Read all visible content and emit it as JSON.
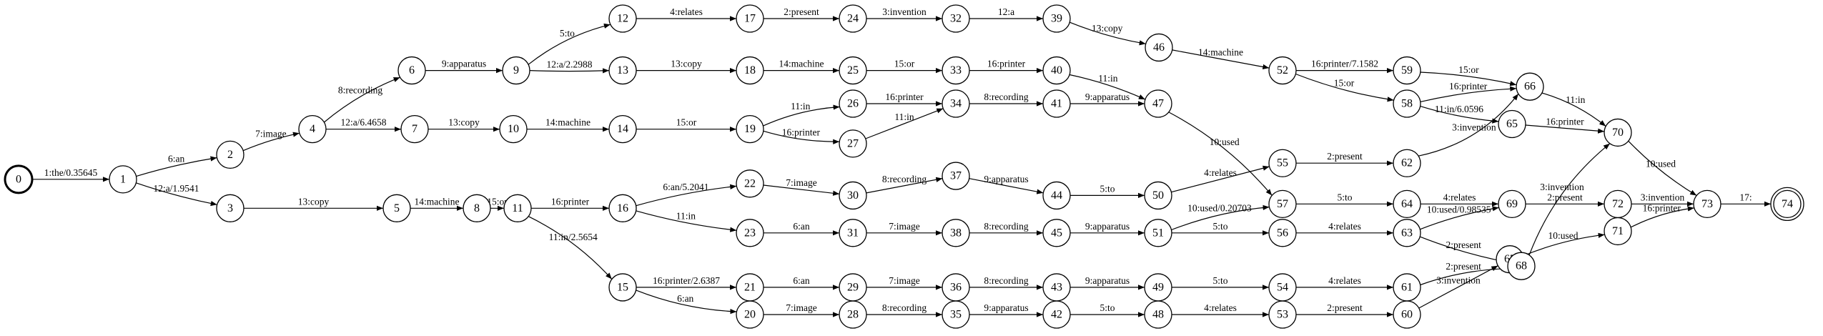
{
  "graph": {
    "start": "0",
    "final": [
      "74"
    ],
    "nodes": [
      "0",
      "1",
      "2",
      "3",
      "4",
      "5",
      "6",
      "7",
      "8",
      "9",
      "10",
      "11",
      "12",
      "13",
      "14",
      "15",
      "16",
      "17",
      "18",
      "19",
      "20",
      "21",
      "22",
      "23",
      "24",
      "25",
      "26",
      "27",
      "28",
      "29",
      "30",
      "31",
      "32",
      "33",
      "34",
      "35",
      "36",
      "37",
      "38",
      "39",
      "40",
      "41",
      "42",
      "43",
      "44",
      "45",
      "46",
      "47",
      "48",
      "49",
      "50",
      "51",
      "52",
      "53",
      "54",
      "55",
      "56",
      "57",
      "58",
      "59",
      "60",
      "61",
      "62",
      "63",
      "64",
      "65",
      "66",
      "67",
      "68",
      "69",
      "70",
      "71",
      "72",
      "73",
      "74"
    ],
    "edges": [
      {
        "from": "0",
        "to": "1",
        "label": "1:the/0.35645"
      },
      {
        "from": "1",
        "to": "2",
        "label": "6:an"
      },
      {
        "from": "1",
        "to": "3",
        "label": "12:a/1.9541"
      },
      {
        "from": "2",
        "to": "4",
        "label": "7:image"
      },
      {
        "from": "3",
        "to": "5",
        "label": "13:copy"
      },
      {
        "from": "4",
        "to": "6",
        "label": "8:recording"
      },
      {
        "from": "4",
        "to": "7",
        "label": "12:a/6.4658"
      },
      {
        "from": "5",
        "to": "8",
        "label": "14:machine"
      },
      {
        "from": "6",
        "to": "9",
        "label": "9:apparatus"
      },
      {
        "from": "7",
        "to": "10",
        "label": "13:copy"
      },
      {
        "from": "8",
        "to": "11",
        "label": "15:or"
      },
      {
        "from": "9",
        "to": "12",
        "label": "5:to"
      },
      {
        "from": "9",
        "to": "13",
        "label": "12:a/2.2988"
      },
      {
        "from": "10",
        "to": "14",
        "label": "14:machine"
      },
      {
        "from": "11",
        "to": "16",
        "label": "16:printer"
      },
      {
        "from": "11",
        "to": "15",
        "label": "11:in/2.5654"
      },
      {
        "from": "12",
        "to": "17",
        "label": "4:relates"
      },
      {
        "from": "13",
        "to": "18",
        "label": "13:copy"
      },
      {
        "from": "14",
        "to": "19",
        "label": "15:or"
      },
      {
        "from": "15",
        "to": "21",
        "label": "16:printer/2.6387"
      },
      {
        "from": "15",
        "to": "20",
        "label": "6:an"
      },
      {
        "from": "16",
        "to": "22",
        "label": "6:an/5.2041"
      },
      {
        "from": "16",
        "to": "23",
        "label": "11:in"
      },
      {
        "from": "17",
        "to": "24",
        "label": "2:present"
      },
      {
        "from": "18",
        "to": "25",
        "label": "14:machine"
      },
      {
        "from": "19",
        "to": "26",
        "label": "11:in"
      },
      {
        "from": "19",
        "to": "27",
        "label": "16:printer"
      },
      {
        "from": "20",
        "to": "28",
        "label": "7:image"
      },
      {
        "from": "21",
        "to": "29",
        "label": "6:an"
      },
      {
        "from": "22",
        "to": "30",
        "label": "7:image"
      },
      {
        "from": "23",
        "to": "31",
        "label": "6:an"
      },
      {
        "from": "24",
        "to": "32",
        "label": "3:invention"
      },
      {
        "from": "25",
        "to": "33",
        "label": "15:or"
      },
      {
        "from": "26",
        "to": "34",
        "label": "16:printer"
      },
      {
        "from": "27",
        "to": "34",
        "label": "11:in"
      },
      {
        "from": "28",
        "to": "35",
        "label": "8:recording"
      },
      {
        "from": "29",
        "to": "36",
        "label": "7:image"
      },
      {
        "from": "30",
        "to": "37",
        "label": "8:recording"
      },
      {
        "from": "31",
        "to": "38",
        "label": "7:image"
      },
      {
        "from": "32",
        "to": "39",
        "label": "12:a"
      },
      {
        "from": "33",
        "to": "40",
        "label": "16:printer"
      },
      {
        "from": "34",
        "to": "41",
        "label": "8:recording"
      },
      {
        "from": "35",
        "to": "42",
        "label": "9:apparatus"
      },
      {
        "from": "36",
        "to": "43",
        "label": "8:recording"
      },
      {
        "from": "37",
        "to": "44",
        "label": "9:apparatus"
      },
      {
        "from": "38",
        "to": "45",
        "label": "8:recording"
      },
      {
        "from": "39",
        "to": "46",
        "label": "13:copy"
      },
      {
        "from": "40",
        "to": "47",
        "label": "11:in"
      },
      {
        "from": "41",
        "to": "47",
        "label": "9:apparatus"
      },
      {
        "from": "42",
        "to": "48",
        "label": "5:to"
      },
      {
        "from": "43",
        "to": "49",
        "label": "9:apparatus"
      },
      {
        "from": "44",
        "to": "50",
        "label": "5:to"
      },
      {
        "from": "45",
        "to": "51",
        "label": "9:apparatus"
      },
      {
        "from": "46",
        "to": "52",
        "label": "14:machine"
      },
      {
        "from": "47",
        "to": "57",
        "label": "10:used"
      },
      {
        "from": "48",
        "to": "53",
        "label": "4:relates"
      },
      {
        "from": "49",
        "to": "54",
        "label": "5:to"
      },
      {
        "from": "50",
        "to": "55",
        "label": "4:relates"
      },
      {
        "from": "51",
        "to": "57",
        "label": "10:used/0.20703"
      },
      {
        "from": "51",
        "to": "56",
        "label": "5:to"
      },
      {
        "from": "52",
        "to": "59",
        "label": "16:printer/7.1582"
      },
      {
        "from": "52",
        "to": "58",
        "label": "15:or"
      },
      {
        "from": "53",
        "to": "60",
        "label": "2:present"
      },
      {
        "from": "54",
        "to": "61",
        "label": "4:relates"
      },
      {
        "from": "55",
        "to": "62",
        "label": "2:present"
      },
      {
        "from": "56",
        "to": "63",
        "label": "4:relates"
      },
      {
        "from": "57",
        "to": "64",
        "label": "5:to"
      },
      {
        "from": "58",
        "to": "66",
        "label": "16:printer"
      },
      {
        "from": "58",
        "to": "65",
        "label": "11:in/6.0596"
      },
      {
        "from": "59",
        "to": "66",
        "label": "15:or"
      },
      {
        "from": "60",
        "to": "67",
        "label": "3:invention"
      },
      {
        "from": "61",
        "to": "68",
        "label": "2:present"
      },
      {
        "from": "62",
        "to": "66",
        "label": "3:invention"
      },
      {
        "from": "63",
        "to": "69",
        "label": "10:used/0.98535"
      },
      {
        "from": "63",
        "to": "68",
        "label": "2:present"
      },
      {
        "from": "64",
        "to": "69",
        "label": "4:relates"
      },
      {
        "from": "65",
        "to": "70",
        "label": "16:printer"
      },
      {
        "from": "66",
        "to": "70",
        "label": "11:in"
      },
      {
        "from": "67",
        "to": "71",
        "label": "10:used"
      },
      {
        "from": "68",
        "to": "70",
        "label": "3:invention"
      },
      {
        "from": "69",
        "to": "72",
        "label": "2:present"
      },
      {
        "from": "70",
        "to": "73",
        "label": "10:used"
      },
      {
        "from": "71",
        "to": "73",
        "label": "16:printer"
      },
      {
        "from": "72",
        "to": "73",
        "label": "3:invention"
      },
      {
        "from": "73",
        "to": "74",
        "label": "17:"
      }
    ]
  }
}
